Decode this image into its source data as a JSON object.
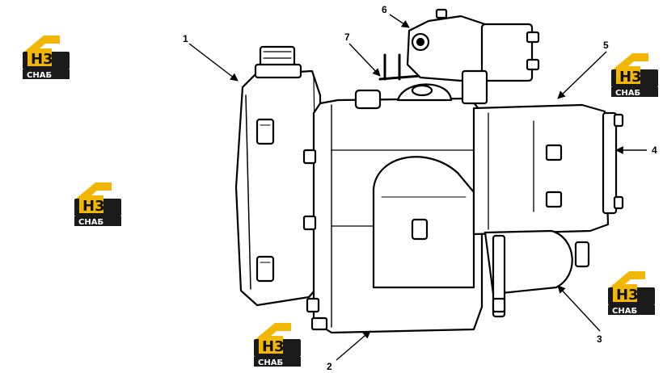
{
  "callouts": [
    {
      "id": "1",
      "label": "1"
    },
    {
      "id": "2",
      "label": "2"
    },
    {
      "id": "3",
      "label": "3"
    },
    {
      "id": "4",
      "label": "4"
    },
    {
      "id": "5",
      "label": "5"
    },
    {
      "id": "6",
      "label": "6"
    },
    {
      "id": "7",
      "label": "7"
    }
  ],
  "watermark": {
    "top_text": "Н3",
    "bottom_text": "СНАБ",
    "colors": {
      "accent": "#f2b705",
      "dark": "#1a1a1a",
      "text": "#ffffff"
    }
  },
  "line_color": "#000000"
}
